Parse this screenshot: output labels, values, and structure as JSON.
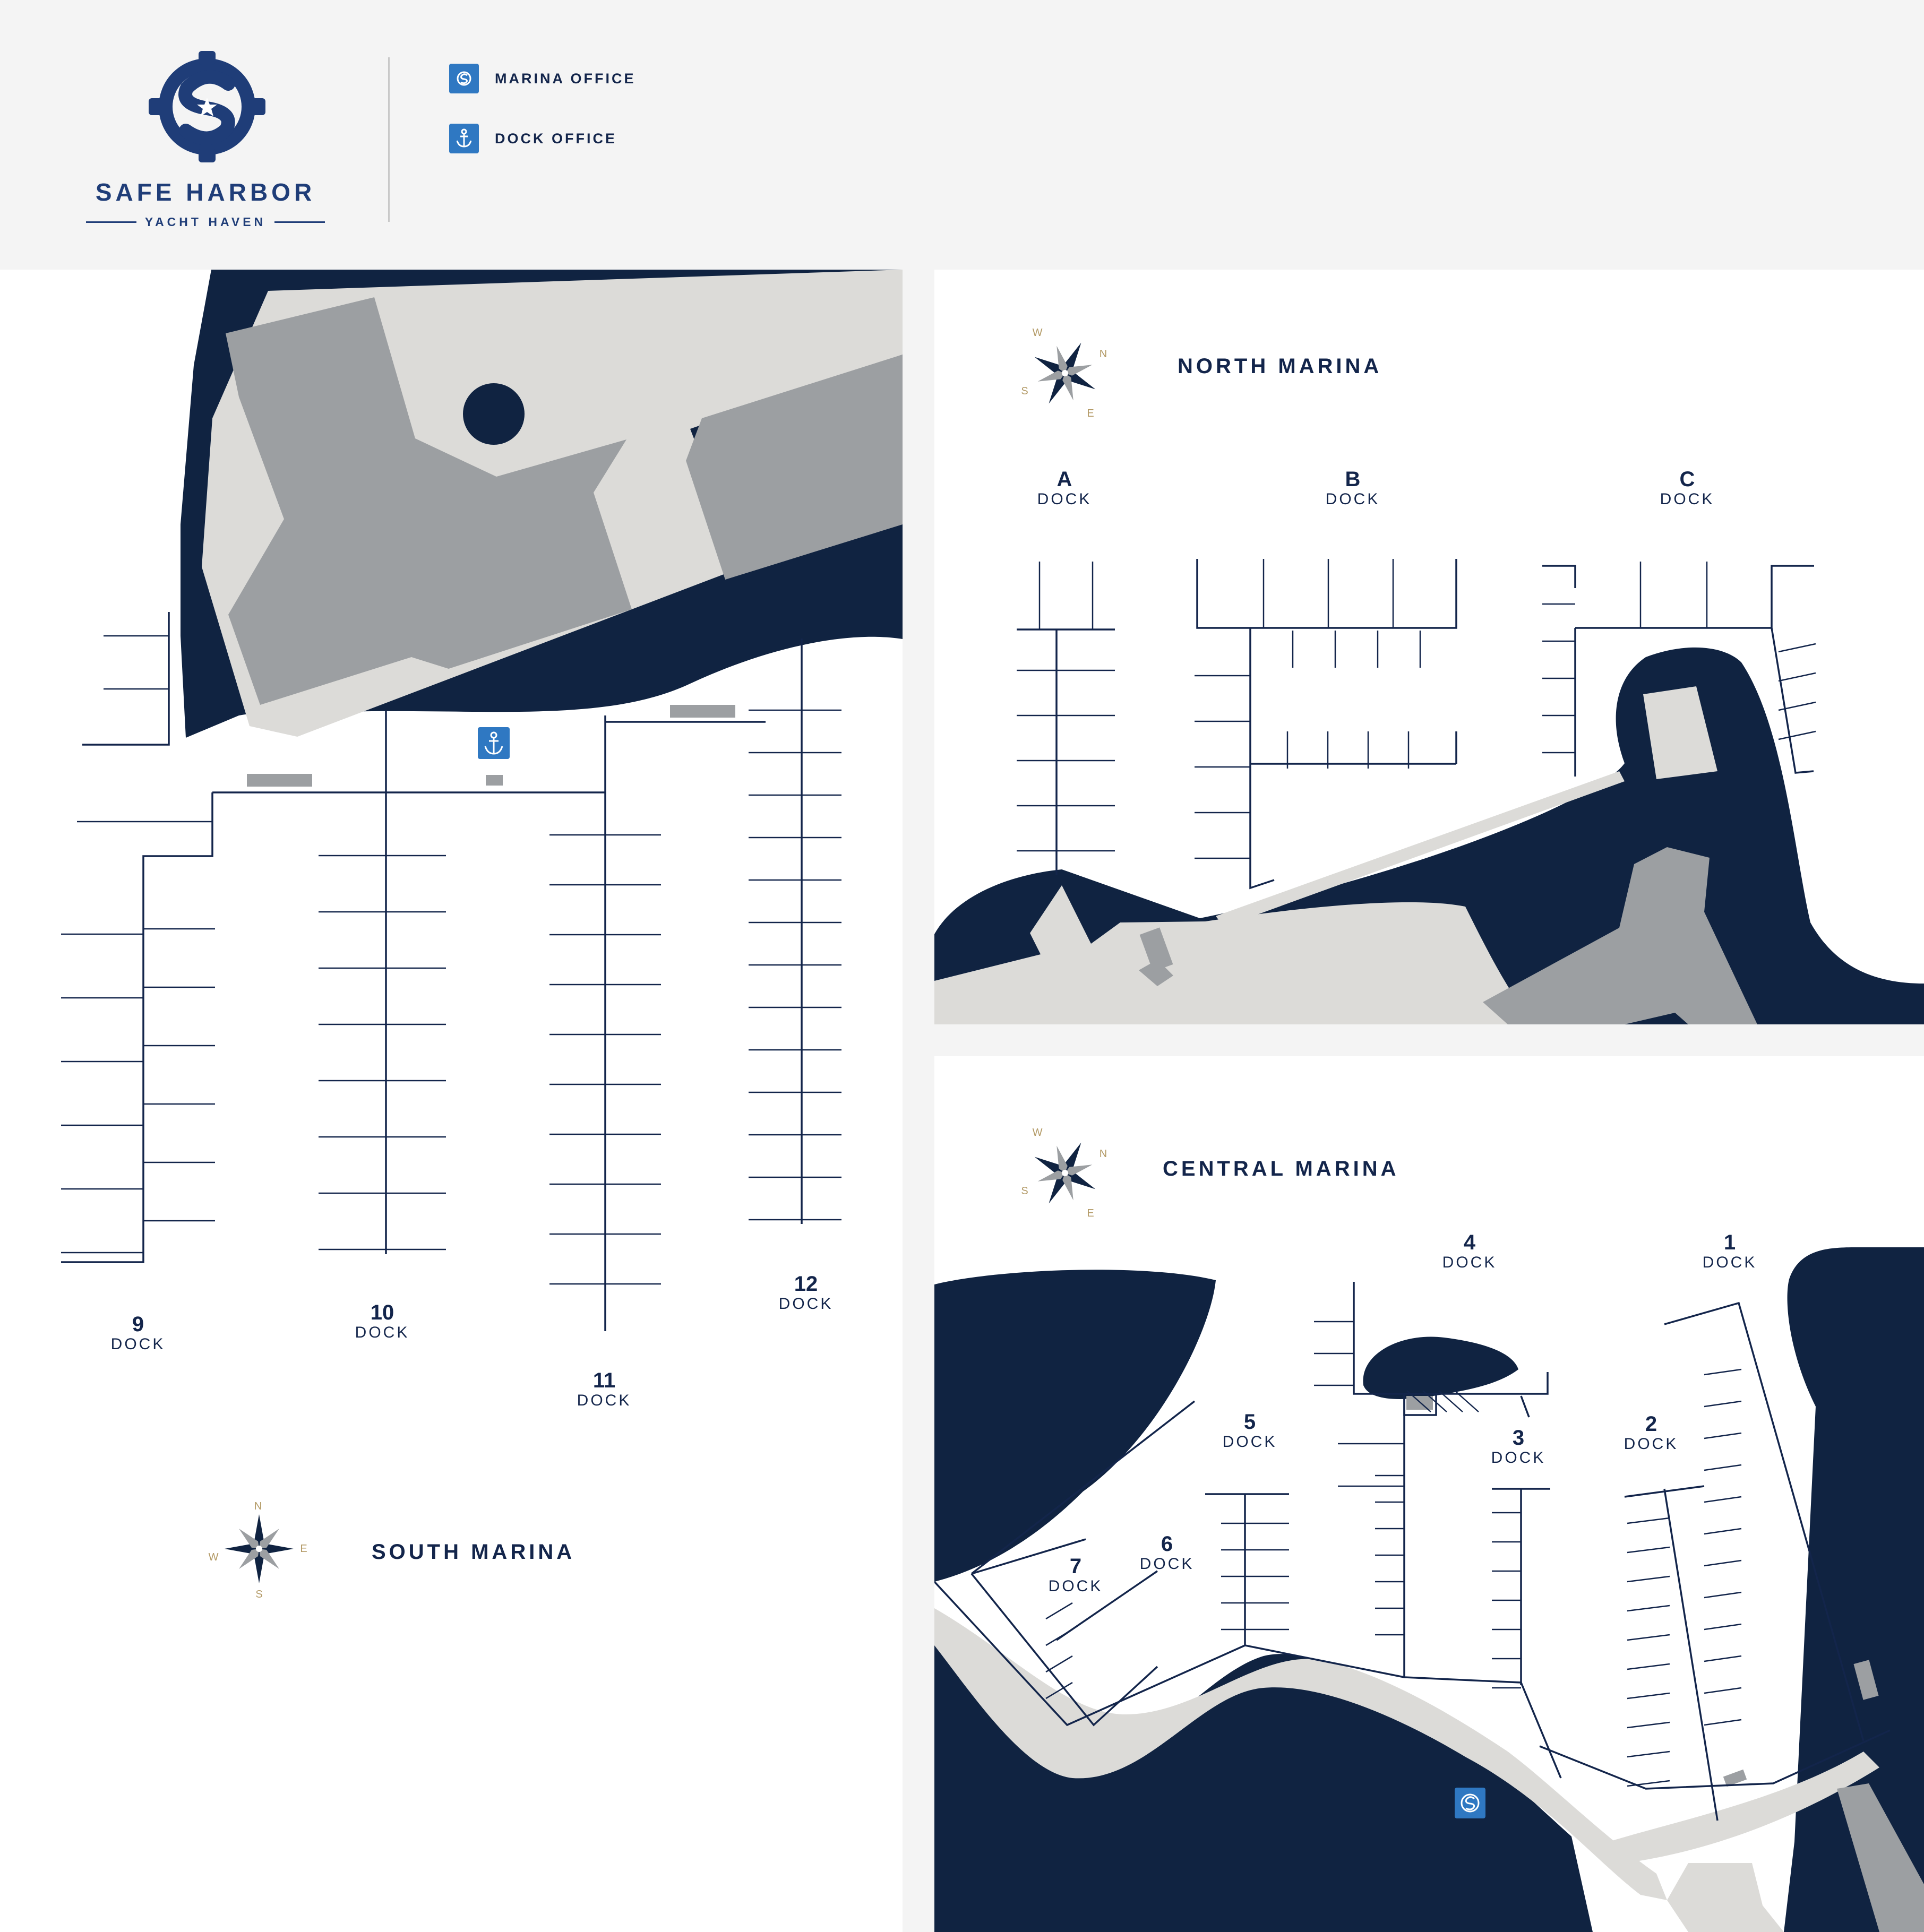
{
  "brand": {
    "name": "SAFE HARBOR",
    "subtitle": "YACHT HAVEN"
  },
  "legend": {
    "items": [
      {
        "icon": "ship-wheel-icon",
        "label": "MARINA OFFICE"
      },
      {
        "icon": "anchor-icon",
        "label": "DOCK OFFICE"
      }
    ]
  },
  "colors": {
    "water": "#102341",
    "land": "#dcdbd8",
    "building": "#9c9fa2",
    "brand": "#1f3d78",
    "icon_bg": "#2f78c2",
    "compass_gold": "#b39a66",
    "background": "#f4f4f4"
  },
  "south": {
    "title": "SOUTH MARINA",
    "compass": {
      "n": "N",
      "e": "E",
      "s": "S",
      "w": "W"
    },
    "docks": [
      {
        "num": "9",
        "word": "DOCK"
      },
      {
        "num": "10",
        "word": "DOCK"
      },
      {
        "num": "11",
        "word": "DOCK"
      },
      {
        "num": "12",
        "word": "DOCK"
      }
    ]
  },
  "north": {
    "title": "NORTH MARINA",
    "compass": {
      "n": "N",
      "e": "E",
      "s": "S",
      "w": "W"
    },
    "docks": [
      {
        "num": "A",
        "word": "DOCK"
      },
      {
        "num": "B",
        "word": "DOCK"
      },
      {
        "num": "C",
        "word": "DOCK"
      }
    ]
  },
  "central": {
    "title": "CENTRAL MARINA",
    "compass": {
      "n": "N",
      "e": "E",
      "s": "S",
      "w": "W"
    },
    "docks": [
      {
        "num": "4",
        "word": "DOCK"
      },
      {
        "num": "1",
        "word": "DOCK"
      },
      {
        "num": "5",
        "word": "DOCK"
      },
      {
        "num": "3",
        "word": "DOCK"
      },
      {
        "num": "2",
        "word": "DOCK"
      },
      {
        "num": "6",
        "word": "DOCK"
      },
      {
        "num": "7",
        "word": "DOCK"
      }
    ]
  }
}
